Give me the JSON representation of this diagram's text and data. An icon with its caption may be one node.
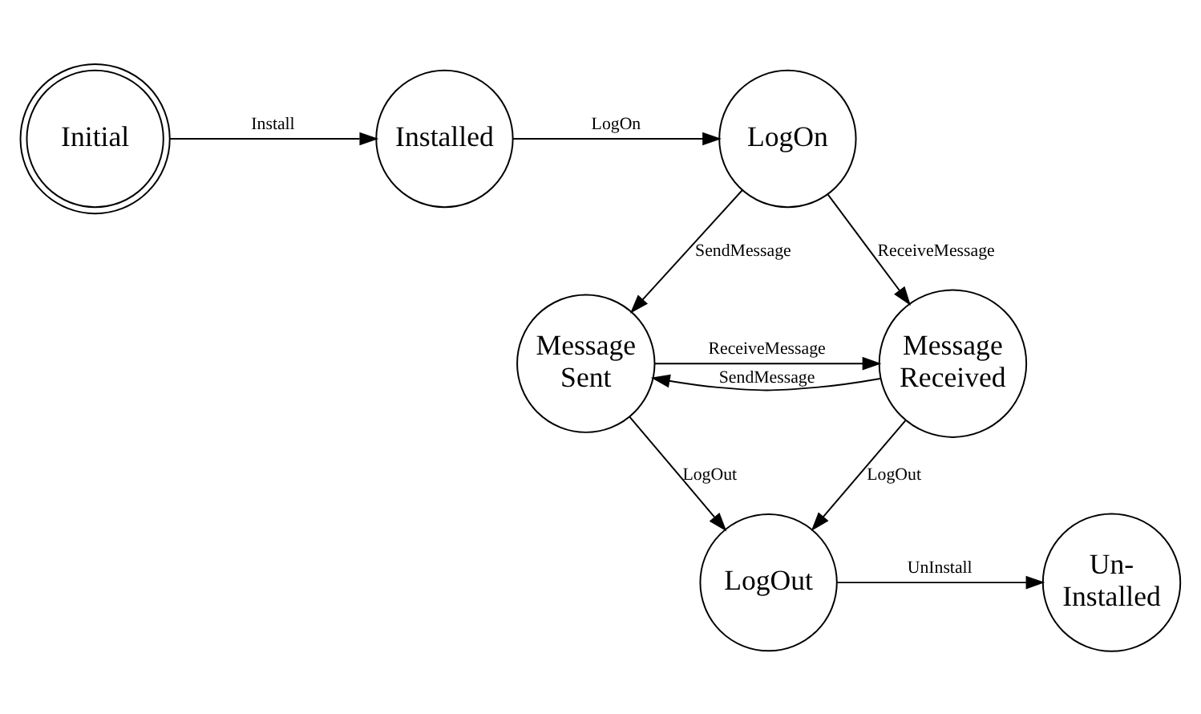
{
  "diagram": {
    "nodes": [
      {
        "text": [
          "Initial"
        ]
      },
      {
        "text": [
          "Installed"
        ]
      },
      {
        "text": [
          "LogOn"
        ]
      },
      {
        "text": [
          "Message Sent"
        ]
      },
      {
        "text": [
          "Message Received"
        ]
      },
      {
        "text": [
          "LogOut"
        ]
      },
      {
        "text": [
          "Un-Installed"
        ]
      }
    ],
    "edges": [
      {
        "from": 0,
        "to": 1,
        "arrow": "to",
        "label": "Install"
      },
      {
        "from": 1,
        "to": 2,
        "arrow": "to",
        "label": "LogOn"
      },
      {
        "from": 2,
        "to": 3,
        "arrow": "to",
        "label": "SendMessage"
      },
      {
        "from": 2,
        "to": 4,
        "arrow": "to",
        "label": "ReceiveMessage"
      },
      {
        "from": 3,
        "to": 4,
        "arrow": "to",
        "label": "ReceiveMessage"
      },
      {
        "from": 4,
        "to": 3,
        "arrow": "to",
        "label": "SendMessage"
      },
      {
        "from": 3,
        "to": 5,
        "arrow": "to",
        "label": "LogOut"
      },
      {
        "from": 4,
        "to": 5,
        "arrow": "to",
        "label": "LogOut"
      },
      {
        "from": 5,
        "to": 6,
        "arrow": "to",
        "label": "UnInstall"
      }
    ]
  }
}
